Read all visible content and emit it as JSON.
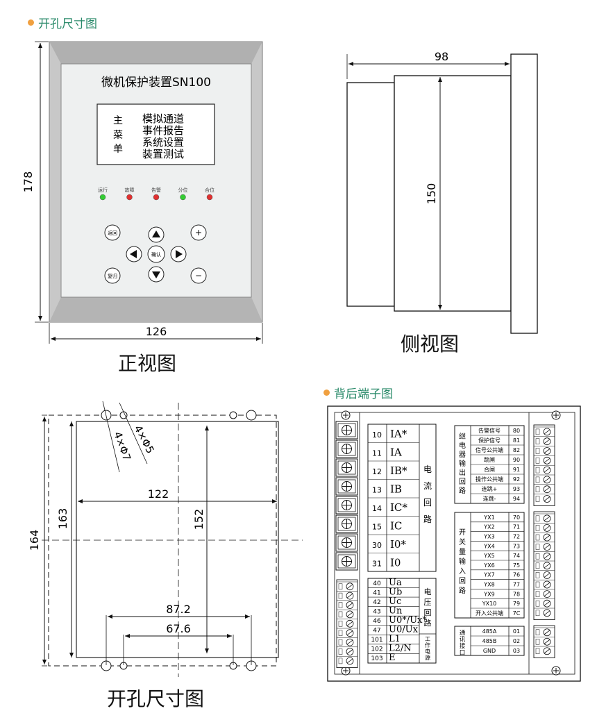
{
  "headers": {
    "cutout_top": "开孔尺寸图",
    "rear_terminal": "背后端子图"
  },
  "front_view": {
    "caption": "正视图",
    "width_dim": "126",
    "height_dim": "178",
    "device_title": "微机保护装置SN100",
    "menu_vertical": [
      "主",
      "菜",
      "单"
    ],
    "menu_items": [
      "模拟通道",
      "事件报告",
      "系统设置",
      "装置测试"
    ],
    "leds": [
      {
        "label": "运行",
        "color": "#33cc33"
      },
      {
        "label": "故障",
        "color": "#e03030"
      },
      {
        "label": "告警",
        "color": "#e03030"
      },
      {
        "label": "分位",
        "color": "#33cc33"
      },
      {
        "label": "合位",
        "color": "#e03030"
      }
    ],
    "keys": {
      "back": "返回",
      "reset": "复归",
      "confirm": "确认",
      "plus": "+",
      "minus": "−"
    }
  },
  "side_view": {
    "caption": "侧视图",
    "depth_dim": "98",
    "height_dim": "150"
  },
  "cutout": {
    "caption": "开孔尺寸图",
    "hole_a": "4×Φ5",
    "hole_b": "4×Φ7",
    "dim_164": "164",
    "dim_163": "163",
    "dim_152": "152",
    "dim_122": "122",
    "dim_87": "87.2",
    "dim_67": "67.6"
  },
  "rear": {
    "current_label": "电流回路",
    "voltage_label": "电压回路",
    "power_label": "工作电源",
    "relay_label": "继电器输出回路",
    "input_label": "开关量输入回路",
    "comm_label": "通讯接口",
    "current_rows": [
      {
        "num": "10",
        "name": "IA*"
      },
      {
        "num": "11",
        "name": "IA"
      },
      {
        "num": "12",
        "name": "IB*"
      },
      {
        "num": "13",
        "name": "IB"
      },
      {
        "num": "14",
        "name": "IC*"
      },
      {
        "num": "15",
        "name": "IC"
      },
      {
        "num": "30",
        "name": "I0*"
      },
      {
        "num": "31",
        "name": "I0"
      }
    ],
    "voltage_rows": [
      {
        "num": "40",
        "name": "Ua"
      },
      {
        "num": "41",
        "name": "Ub"
      },
      {
        "num": "42",
        "name": "Uc"
      },
      {
        "num": "43",
        "name": "Un"
      },
      {
        "num": "46",
        "name": "U0*/Ux*"
      },
      {
        "num": "47",
        "name": "U0/Ux"
      }
    ],
    "power_rows": [
      {
        "num": "101",
        "name": "L1"
      },
      {
        "num": "102",
        "name": "L2/N"
      },
      {
        "num": "103",
        "name": "E"
      }
    ],
    "relay_rows": [
      {
        "name": "告警信号",
        "num": "80"
      },
      {
        "name": "保护信号",
        "num": "81"
      },
      {
        "name": "信号公共端",
        "num": "82"
      },
      {
        "name": "跳闸",
        "num": "90"
      },
      {
        "name": "合闸",
        "num": "91"
      },
      {
        "name": "操作公共端",
        "num": "92"
      },
      {
        "name": "连跳+",
        "num": "93"
      },
      {
        "name": "连跳-",
        "num": "94"
      }
    ],
    "input_rows": [
      {
        "name": "YX1",
        "num": "70"
      },
      {
        "name": "YX2",
        "num": "71"
      },
      {
        "name": "YX3",
        "num": "72"
      },
      {
        "name": "YX4",
        "num": "73"
      },
      {
        "name": "YX5",
        "num": "74"
      },
      {
        "name": "YX6",
        "num": "75"
      },
      {
        "name": "YX7",
        "num": "76"
      },
      {
        "name": "YX8",
        "num": "77"
      },
      {
        "name": "YX9",
        "num": "78"
      },
      {
        "name": "YX10",
        "num": "79"
      },
      {
        "name": "开入公共端",
        "num": "7C"
      }
    ],
    "comm_rows": [
      {
        "name": "485A",
        "num": "01"
      },
      {
        "name": "485B",
        "num": "02"
      },
      {
        "name": "GND",
        "num": "03"
      }
    ]
  }
}
